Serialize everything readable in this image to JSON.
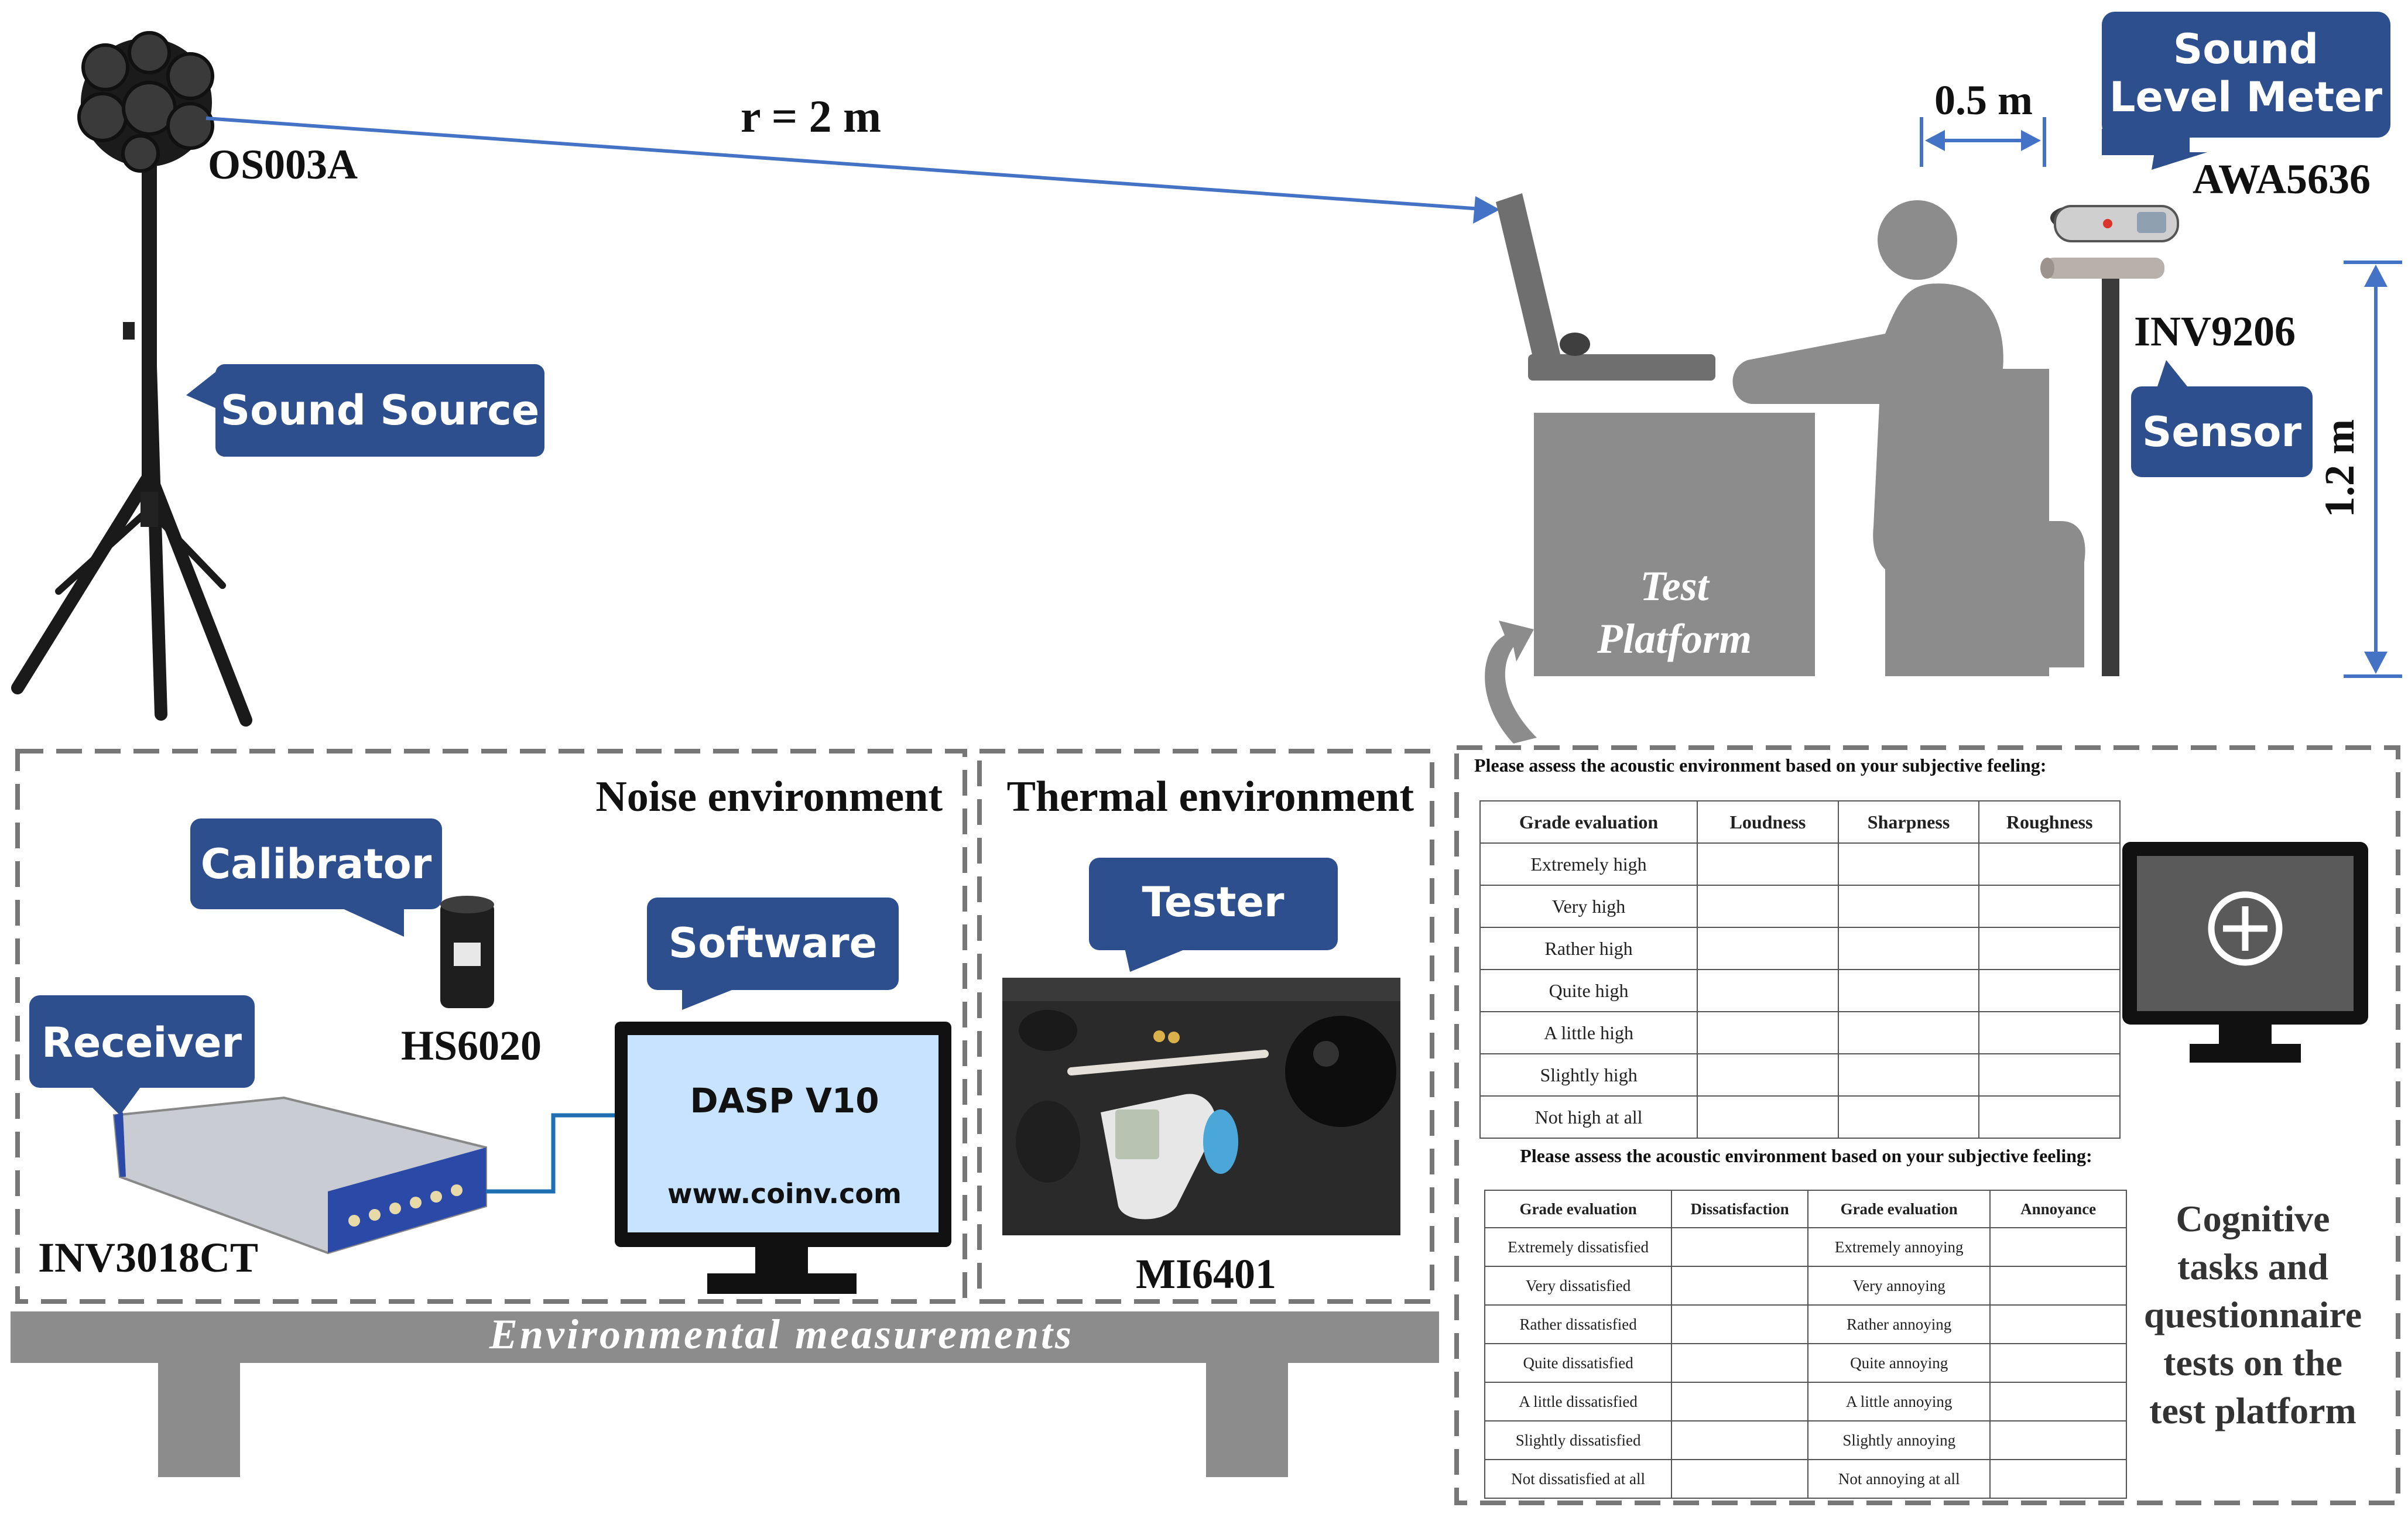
{
  "labels": {
    "source_model": "OS003A",
    "distance": "r = 2 m",
    "offset": "0.5 m",
    "height": "1.2 m",
    "meter_model": "AWA5636",
    "sensor_model": "INV9206",
    "calibrator_model": "HS6020",
    "receiver_model": "INV3018CT",
    "tester_model": "MI6401",
    "platform": [
      "Test",
      "Platform"
    ]
  },
  "callouts": {
    "sound_source": "Sound Source",
    "sound_level_meter": [
      "Sound",
      "Level Meter"
    ],
    "sensor": "Sensor",
    "calibrator": "Calibrator",
    "receiver": "Receiver",
    "software": "Software",
    "tester": "Tester"
  },
  "software_screen": {
    "title": "DASP V10",
    "url": "www.coinv.com"
  },
  "sections": {
    "noise": "Noise environment",
    "thermal": "Thermal environment",
    "bench": "Environmental measurements",
    "cognitive": [
      "Cognitive",
      "tasks and",
      "questionnaire",
      "tests on the",
      "test platform"
    ]
  },
  "questionnaire1": {
    "prompt": "Please assess the acoustic environment based on your subjective feeling:",
    "headers": [
      "Grade evaluation",
      "Loudness",
      "Sharpness",
      "Roughness"
    ],
    "rows": [
      "Extremely high",
      "Very high",
      "Rather high",
      "Quite high",
      "A little high",
      "Slightly high",
      "Not high at all"
    ]
  },
  "questionnaire2": {
    "prompt": "Please assess the acoustic environment based on your subjective feeling:",
    "headers": [
      "Grade evaluation",
      "Dissatisfaction",
      "Grade evaluation",
      "Annoyance"
    ],
    "rows": [
      [
        "Extremely dissatisfied",
        "Extremely annoying"
      ],
      [
        "Very dissatisfied",
        "Very annoying"
      ],
      [
        "Rather dissatisfied",
        "Rather annoying"
      ],
      [
        "Quite dissatisfied",
        "Quite annoying"
      ],
      [
        "A little dissatisfied",
        "A little annoying"
      ],
      [
        "Slightly dissatisfied",
        "Slightly annoying"
      ],
      [
        "Not dissatisfied at all",
        "Not annoying at all"
      ]
    ]
  },
  "colors": {
    "callout": "#2d4f8e",
    "line": "#4472c4",
    "grey": "#8c8c8c"
  },
  "icons": [
    "crosshair-plus-icon"
  ]
}
